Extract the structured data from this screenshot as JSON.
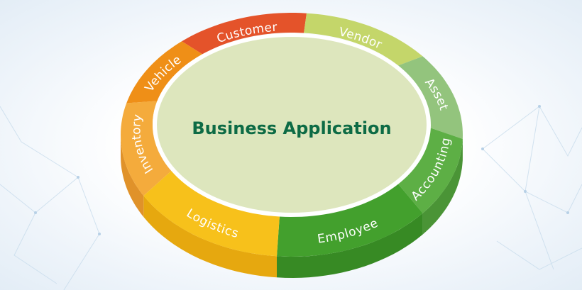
{
  "diagram": {
    "title": "Business Application",
    "center_color": "#dde6bd",
    "title_color": "#0d6b45",
    "segments": [
      {
        "label": "Customer",
        "color": "#e4532a",
        "side": "#c9431f"
      },
      {
        "label": "Vendor",
        "color": "#c4d66a",
        "side": "#aebf55"
      },
      {
        "label": "Asset",
        "color": "#93c47d",
        "side": "#7aad63"
      },
      {
        "label": "Accounting",
        "color": "#5daf45",
        "side": "#4a9436"
      },
      {
        "label": "Employee",
        "color": "#43a02d",
        "side": "#378a24"
      },
      {
        "label": "Logistics",
        "color": "#f7c11b",
        "side": "#e6a80f"
      },
      {
        "label": "Inventory",
        "color": "#f4ab3c",
        "side": "#e0922a"
      },
      {
        "label": "Vehicle",
        "color": "#ef8f17",
        "side": "#d87c0e"
      }
    ]
  }
}
